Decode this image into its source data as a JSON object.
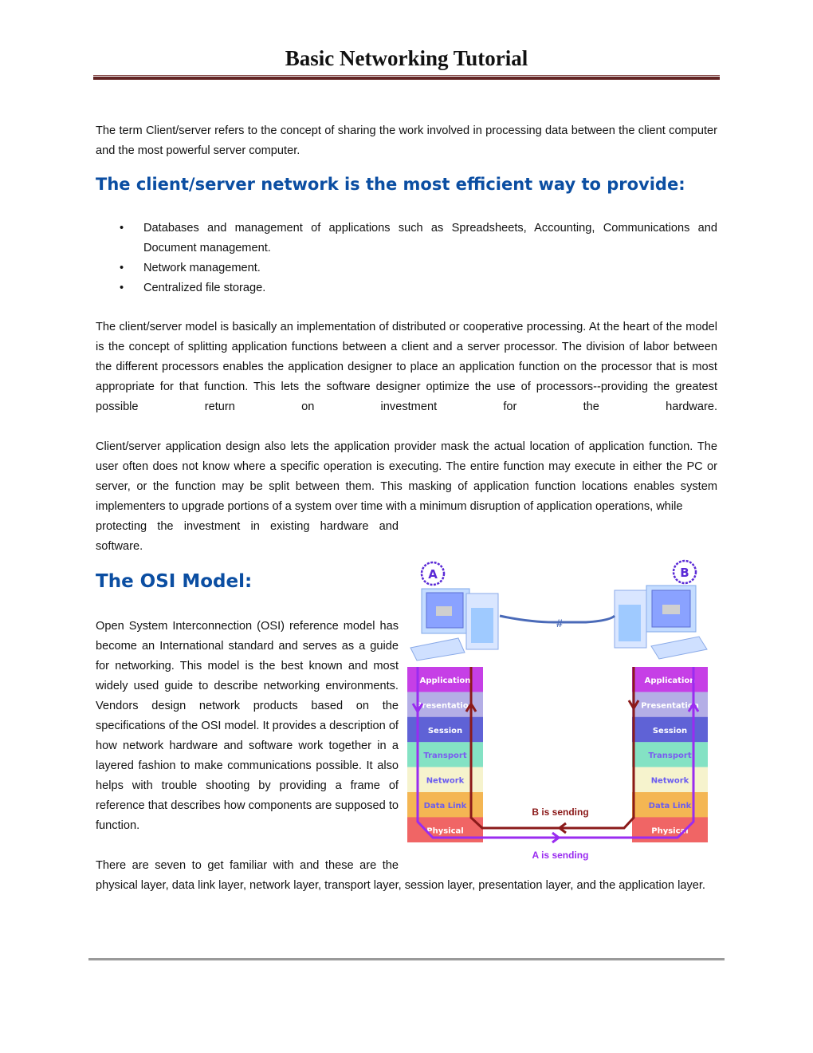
{
  "header": {
    "title": "Basic Networking Tutorial"
  },
  "intro": "The term Client/server refers to the concept of sharing the work involved in processing data between the client computer and the most powerful server computer.",
  "section1": {
    "heading": "The client/server network is the most efficient way to provide:",
    "bullets": [
      "Databases and management of applications such as Spreadsheets, Accounting, Communications and Document management.",
      "Network management.",
      "Centralized file storage."
    ],
    "para1": "The client/server model is basically an implementation of distributed or cooperative processing. At the heart of the model is the concept of splitting application functions between a client and a server processor. The division of labor between the different processors enables the application designer to place an application function on the processor that is most appropriate for that function. This lets the software designer optimize the use of processors--providing the greatest possible return on investment for the hardware.",
    "para2a": "Client/server application design also lets the application provider mask the actual location of application function. The user often does not know where a specific operation is executing. The entire function may execute in either the PC or server, or the function may be split between them. This masking of application function locations enables system implementers to upgrade portions of a system over time with a minimum disruption of application operations, while",
    "para2b": "protecting the investment in existing hardware and software."
  },
  "section2": {
    "heading": "The OSI Model:",
    "para1": "Open System Interconnection (OSI) reference model has become an International standard and serves as a guide for networking. This model is the best known and most widely used guide to describe networking environments. Vendors design network products based on the specifications of the OSI model. It provides a description of how network hardware and software work together in a layered fashion to make communications possible. It also helps with trouble shooting by providing a frame of reference that describes how components are supposed to function.",
    "para2a": "There are seven to get familiar with and these are the",
    "para2b": "physical layer, data link layer, network layer, transport layer, session layer, presentation layer, and the application layer."
  },
  "diagram": {
    "computer_a": "A",
    "computer_b": "B",
    "layers": [
      {
        "name": "Application",
        "color": "#c63fe6",
        "text": "#ffffff"
      },
      {
        "name": "Presentation",
        "color": "#b4aee6",
        "text": "#ffffff"
      },
      {
        "name": "Session",
        "color": "#5f62d6",
        "text": "#ffffff"
      },
      {
        "name": "Transport",
        "color": "#84e2c4",
        "text": "#7a5cf0"
      },
      {
        "name": "Network",
        "color": "#f6f3cd",
        "text": "#6a5cf0"
      },
      {
        "name": "Data Link",
        "color": "#f4b653",
        "text": "#6a5cf0"
      },
      {
        "name": "Physical",
        "color": "#f06565",
        "text": "#ffffff"
      }
    ],
    "b_sending": "B is sending",
    "a_sending": "A is sending",
    "b_color": "#8b1a1a",
    "a_color": "#9a2cf0"
  }
}
